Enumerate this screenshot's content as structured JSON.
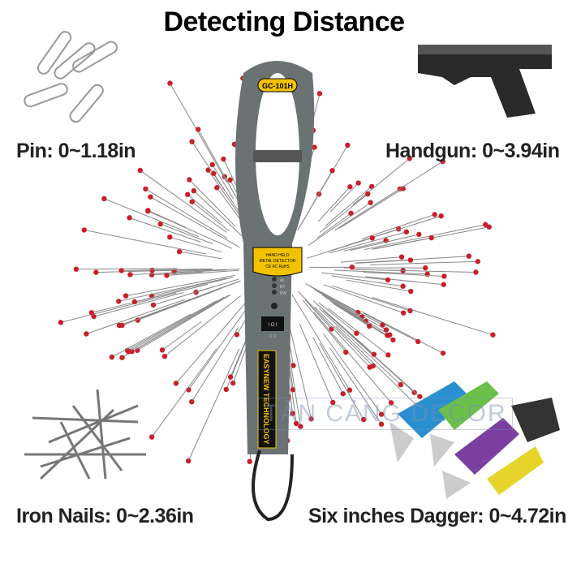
{
  "title": "Detecting Distance",
  "labels": {
    "pin": "Pin: 0~1.18in",
    "handgun": "Handgun: 0~3.94in",
    "nails": "Iron Nails: 0~2.36in",
    "dagger": "Six inches Dagger: 0~4.72in"
  },
  "device": {
    "model": "GC-101H",
    "badge_line1": "HAND HELD",
    "badge_line2": "METAL DETECTOR",
    "badge_line3": "CE FC RoHS",
    "led1": "AL",
    "led2": "BT",
    "led3": "PW",
    "switch": "I O I",
    "voltage": "9 V",
    "brand": "EASYNEW TECHNOLOGY"
  },
  "watermark": "TÂN CẢNG DECOR",
  "colors": {
    "body": "#6b7274",
    "accent": "#f2c200",
    "pin_head": "#c8202a"
  }
}
